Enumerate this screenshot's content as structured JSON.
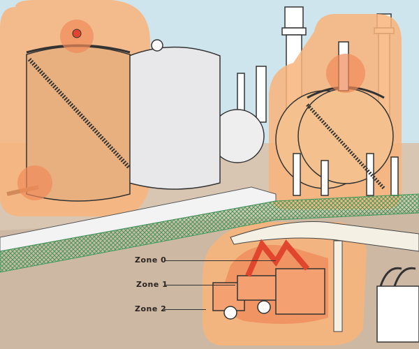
{
  "diagram": {
    "zones": [
      {
        "label": "Zone 0"
      },
      {
        "label": "Zone 1"
      },
      {
        "label": "Zone 2"
      }
    ],
    "colors": {
      "sky": "#cfe5ee",
      "ground": "#d8c6b3",
      "zone0": "#e0452e",
      "zone1": "#f08a5a",
      "zone2": "#f9b47a",
      "fence": "#3f9a5a"
    }
  }
}
